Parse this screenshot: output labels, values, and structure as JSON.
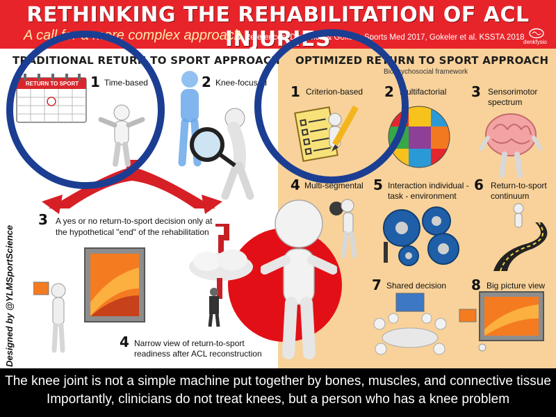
{
  "header": {
    "title": "RETHINKING THE REHABILITATION OF ACL INJURIES",
    "subtitle": "A call for a more complex approach",
    "references": "References: Dingenen & Gokeler Sports Med 2017, Gokeler et al. KSSTA 2018",
    "logo": "denkfysio"
  },
  "left": {
    "title": "TRADITIONAL RETURN TO SPORT APPROACH",
    "calendar_label": "RETURN TO SPORT",
    "items": [
      {
        "num": "1",
        "label": "Time-based"
      },
      {
        "num": "2",
        "label": "Knee-focused"
      },
      {
        "num": "3",
        "label_line1": "A yes or no return-to-sport decision only at",
        "label_line2": "the hypothetical \"end\" of the rehabilitation"
      },
      {
        "num": "4",
        "label_line1": "Narrow view of return-to-sport",
        "label_line2": "readiness after ACL reconstruction"
      }
    ]
  },
  "right": {
    "title": "OPTIMIZED RETURN TO SPORT APPROACH",
    "framework": "Biopsychosocial framework",
    "items": [
      {
        "num": "1",
        "label": "Criterion-based"
      },
      {
        "num": "2",
        "label": "Multifactorial"
      },
      {
        "num": "3",
        "label_line1": "Sensorimotor",
        "label_line2": "spectrum"
      },
      {
        "num": "4",
        "label": "Multi-segmental"
      },
      {
        "num": "5",
        "label_line1": "Interaction individual -",
        "label_line2": "task - environment"
      },
      {
        "num": "6",
        "label_line1": "Return-to-sport",
        "label_line2": "continuum"
      },
      {
        "num": "7",
        "label": "Shared decision"
      },
      {
        "num": "8",
        "label": "Big picture view"
      }
    ]
  },
  "credit": "Designed by @YLMSportScience",
  "footer": {
    "line1": "The knee joint is not a simple machine put together by bones, muscles, and connective tissue",
    "line2": "Importantly, clinicians do not treat knees, but a person who has a knee problem"
  },
  "colors": {
    "header_red": "#e8242b",
    "right_panel": "#f8d29a",
    "annotation_circle": "#1b3e93",
    "footer": "#000000"
  }
}
